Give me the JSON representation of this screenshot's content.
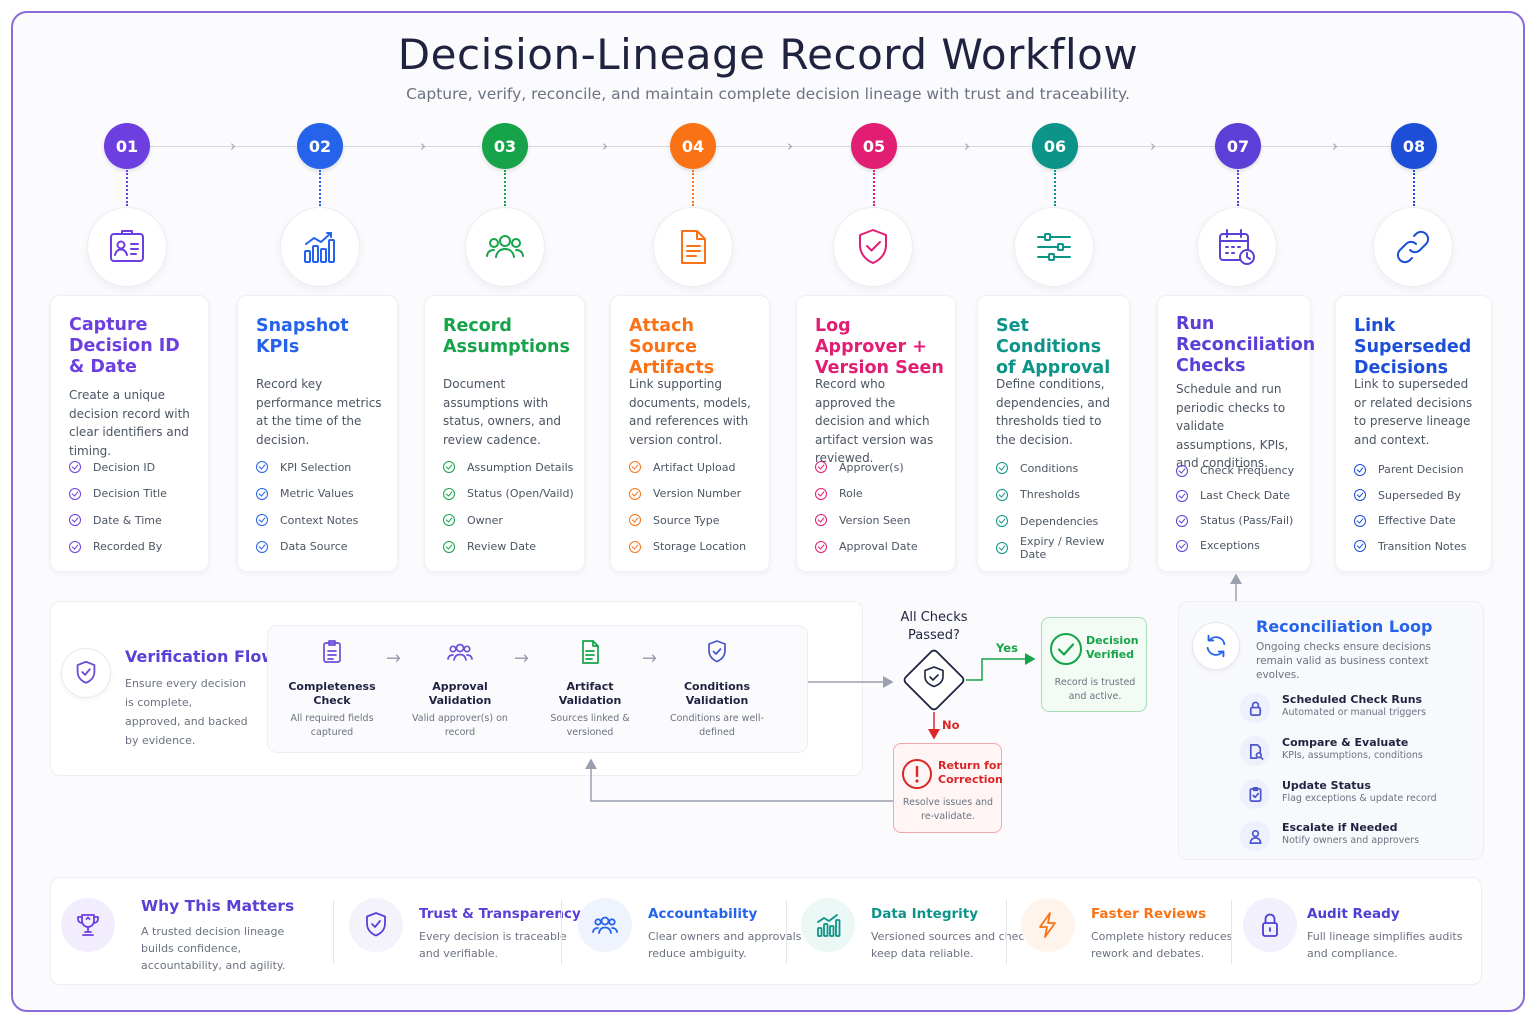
{
  "header": {
    "title": "Decision-Lineage Record Workflow",
    "subtitle": "Capture, verify, reconcile, and maintain complete decision lineage with trust and traceability."
  },
  "colors": {
    "s1": "#6d3fe0",
    "s2": "#2563eb",
    "s3": "#16a34a",
    "s4": "#f97316",
    "s5": "#e11d74",
    "s6": "#0d9488",
    "s7": "#5b3fd6",
    "s8": "#1d4ed8"
  },
  "steps": [
    {
      "num": "01",
      "icon": "id-card-icon",
      "title": "Capture Decision ID & Date",
      "desc": "Create a unique decision record with clear identifiers and timing.",
      "items": [
        "Decision ID",
        "Decision Title",
        "Date & Time",
        "Recorded By"
      ]
    },
    {
      "num": "02",
      "icon": "bar-chart-icon",
      "title": "Snapshot KPIs",
      "desc": "Record key performance metrics at the time of the decision.",
      "items": [
        "KPI Selection",
        "Metric Values",
        "Context Notes",
        "Data Source"
      ]
    },
    {
      "num": "03",
      "icon": "people-icon",
      "title": "Record Assumptions",
      "desc": "Document assumptions with status, owners, and review cadence.",
      "items": [
        "Assumption Details",
        "Status (Open/Vaild)",
        "Owner",
        "Review Date"
      ]
    },
    {
      "num": "04",
      "icon": "document-icon",
      "title": "Attach Source Artifacts",
      "desc": "Link supporting documents, models, and references with version control.",
      "items": [
        "Artifact Upload",
        "Version Number",
        "Source Type",
        "Storage Location"
      ]
    },
    {
      "num": "05",
      "icon": "shield-check-icon",
      "title": "Log Approver + Version Seen",
      "desc": "Record who approved the decision and which artifact version was reviewed.",
      "items": [
        "Approver(s)",
        "Role",
        "Version Seen",
        "Approval Date"
      ]
    },
    {
      "num": "06",
      "icon": "sliders-icon",
      "title": "Set Conditions of Approval",
      "desc": "Define conditions, dependencies, and thresholds tied to the decision.",
      "items": [
        "Conditions",
        "Thresholds",
        "Dependencies",
        "Expiry / Review Date"
      ]
    },
    {
      "num": "07",
      "icon": "calendar-clock-icon",
      "title": "Run Reconciliation Checks",
      "desc": "Schedule and run periodic checks to validate assumptions, KPIs, and conditions.",
      "items": [
        "Check Frequency",
        "Last Check Date",
        "Status (Pass/Fail)",
        "Exceptions"
      ]
    },
    {
      "num": "08",
      "icon": "link-icon",
      "title": "Link Superseded Decisions",
      "desc": "Link to superseded or related decisions to preserve lineage and context.",
      "items": [
        "Parent Decision",
        "Superseded By",
        "Effective Date",
        "Transition Notes"
      ]
    }
  ],
  "verification": {
    "title": "Verification Flow",
    "desc": "Ensure every decision is complete, approved, and backed by evidence.",
    "steps": [
      {
        "title": "Completeness Check",
        "desc": "All required fields captured"
      },
      {
        "title": "Approval Validation",
        "desc": "Valid approver(s) on record"
      },
      {
        "title": "Artifact Validation",
        "desc": "Sources linked & versioned"
      },
      {
        "title": "Conditions Validation",
        "desc": "Conditions are well-defined"
      }
    ],
    "question": "All Checks Passed?",
    "yes": "Yes",
    "no": "No",
    "verified_title": "Decision Verified",
    "verified_desc": "Record is trusted and active.",
    "return_title": "Return for Correction",
    "return_desc": "Resolve issues and re-validate."
  },
  "reconciliation": {
    "title": "Reconciliation Loop",
    "desc": "Ongoing checks ensure decisions remain valid as business context evolves.",
    "items": [
      {
        "title": "Scheduled Check Runs",
        "desc": "Automated or manual triggers"
      },
      {
        "title": "Compare & Evaluate",
        "desc": "KPIs, assumptions, conditions"
      },
      {
        "title": "Update Status",
        "desc": "Flag exceptions & update record"
      },
      {
        "title": "Escalate if Needed",
        "desc": "Notify owners and approvers"
      }
    ]
  },
  "why": {
    "title": "Why This Matters",
    "desc": "A trusted decision lineage builds confidence, accountability, and agility.",
    "benefits": [
      {
        "title": "Trust & Transparency",
        "desc": "Every decision is traceable and verifiable.",
        "color": "#5b3fd6"
      },
      {
        "title": "Accountability",
        "desc": "Clear owners and approvals reduce ambiguity.",
        "color": "#2563eb"
      },
      {
        "title": "Data Integrity",
        "desc": "Versioned sources and checks keep data reliable.",
        "color": "#0d9488"
      },
      {
        "title": "Faster Reviews",
        "desc": "Complete history reduces rework and debates.",
        "color": "#f97316"
      },
      {
        "title": "Audit Ready",
        "desc": "Full lineage simplifies audits and compliance.",
        "color": "#4c3fd6"
      }
    ]
  }
}
